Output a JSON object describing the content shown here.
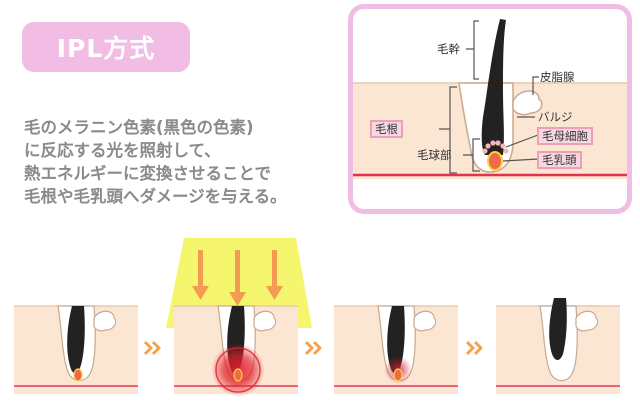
{
  "badge": {
    "label": "IPL方式"
  },
  "description": {
    "lines": [
      "毛のメラニン色素(黒色の色素)",
      "に反応する光を照射して、",
      "熱エネルギーに変換させることで",
      "毛根や毛乳頭へダメージを与える。"
    ]
  },
  "inset_labels": {
    "hair_shaft": "毛幹",
    "sebaceous_gland": "皮脂腺",
    "bulge": "バルジ",
    "hair_root": "毛根",
    "hair_matrix": "毛母細胞",
    "hair_bulb": "毛球部",
    "dermal_papilla": "毛乳頭"
  },
  "colors": {
    "badge": "#f1bde4",
    "skin": "#fbe6d4",
    "hair": "#222222",
    "arrow": "#f39a53",
    "light": "#f5f55e",
    "stage_chevron": "#f7a14a",
    "papilla": "#ef6a4a",
    "skin_line": "#e0334e"
  },
  "stages": [
    {
      "step": 1,
      "state": "normal"
    },
    {
      "step": 2,
      "state": "irradiated"
    },
    {
      "step": 3,
      "state": "heated"
    },
    {
      "step": 4,
      "state": "detached"
    }
  ]
}
